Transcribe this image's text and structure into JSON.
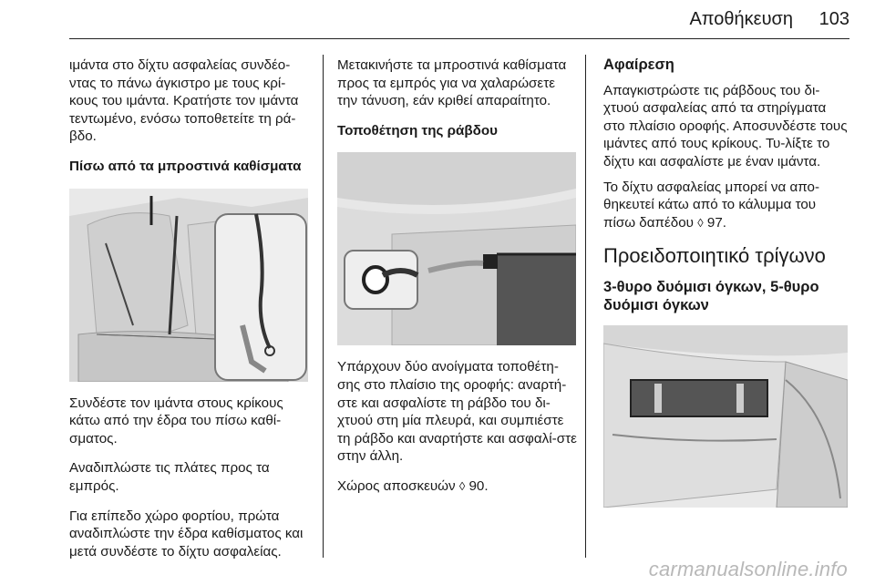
{
  "header": {
    "title": "Αποθήκευση",
    "page_number": "103"
  },
  "col1": {
    "p1": "ιμάντα στο δίχτυ ασφαλείας συνδέο-ντας το πάνω άγκιστρο με τους κρί-κους του ιμάντα. Κρατήστε τον ιμάντα τεντωμένο, ενόσω τοποθετείτε τη ρά-βδο.",
    "heading": "Πίσω από τα μπροστινά καθίσματα",
    "p2": "Συνδέστε τον ιμάντα στους κρίκους κάτω από την έδρα του πίσω καθί-σματος.",
    "p3": "Αναδιπλώστε τις πλάτες προς τα εμπρός.",
    "p4": "Για επίπεδο χώρο φορτίου, πρώτα αναδιπλώστε την έδρα καθίσματος και μετά συνδέστε το δίχτυ ασφαλείας."
  },
  "col2": {
    "p1": "Μετακινήστε τα μπροστινά καθίσματα προς τα εμπρός για να χαλαρώσετε την τάνυση, εάν κριθεί απαραίτητο.",
    "heading": "Τοποθέτηση της ράβδου",
    "p2": "Υπάρχουν δύο ανοίγματα τοποθέτη-σης στο πλαίσιο της οροφής: αναρτή-στε και ασφαλίστε τη ράβδο του δι-χτυού στη μία πλευρά, και συμπιέστε τη ράβδο και αναρτήστε και ασφαλί-στε στην άλλη.",
    "p3_text": "Χώρος αποσκευών ",
    "p3_arrow": "◊",
    "p3_ref": " 90."
  },
  "col3": {
    "heading": "Αφαίρεση",
    "p1": "Απαγκιστρώστε τις ράβδους του δι-χτυού ασφαλείας από τα στηρίγματα στο πλαίσιο οροφής. Αποσυνδέστε τους ιμάντες από τους κρίκους. Τυ-λίξτε το δίχτυ και ασφαλίστε με έναν ιμάντα.",
    "p2_text": "Το δίχτυ ασφαλείας μπορεί να απο-θηκευτεί κάτω από το κάλυμμα του πίσω δαπέδου ",
    "p2_arrow": "◊",
    "p2_ref": " 97.",
    "section_title": "Προειδοποιητικό τρίγωνο",
    "subheading": "3-θυρο δυόμισι όγκων, 5-θυρο δυόμισι όγκων"
  },
  "watermark": "carmanualsonline.info"
}
